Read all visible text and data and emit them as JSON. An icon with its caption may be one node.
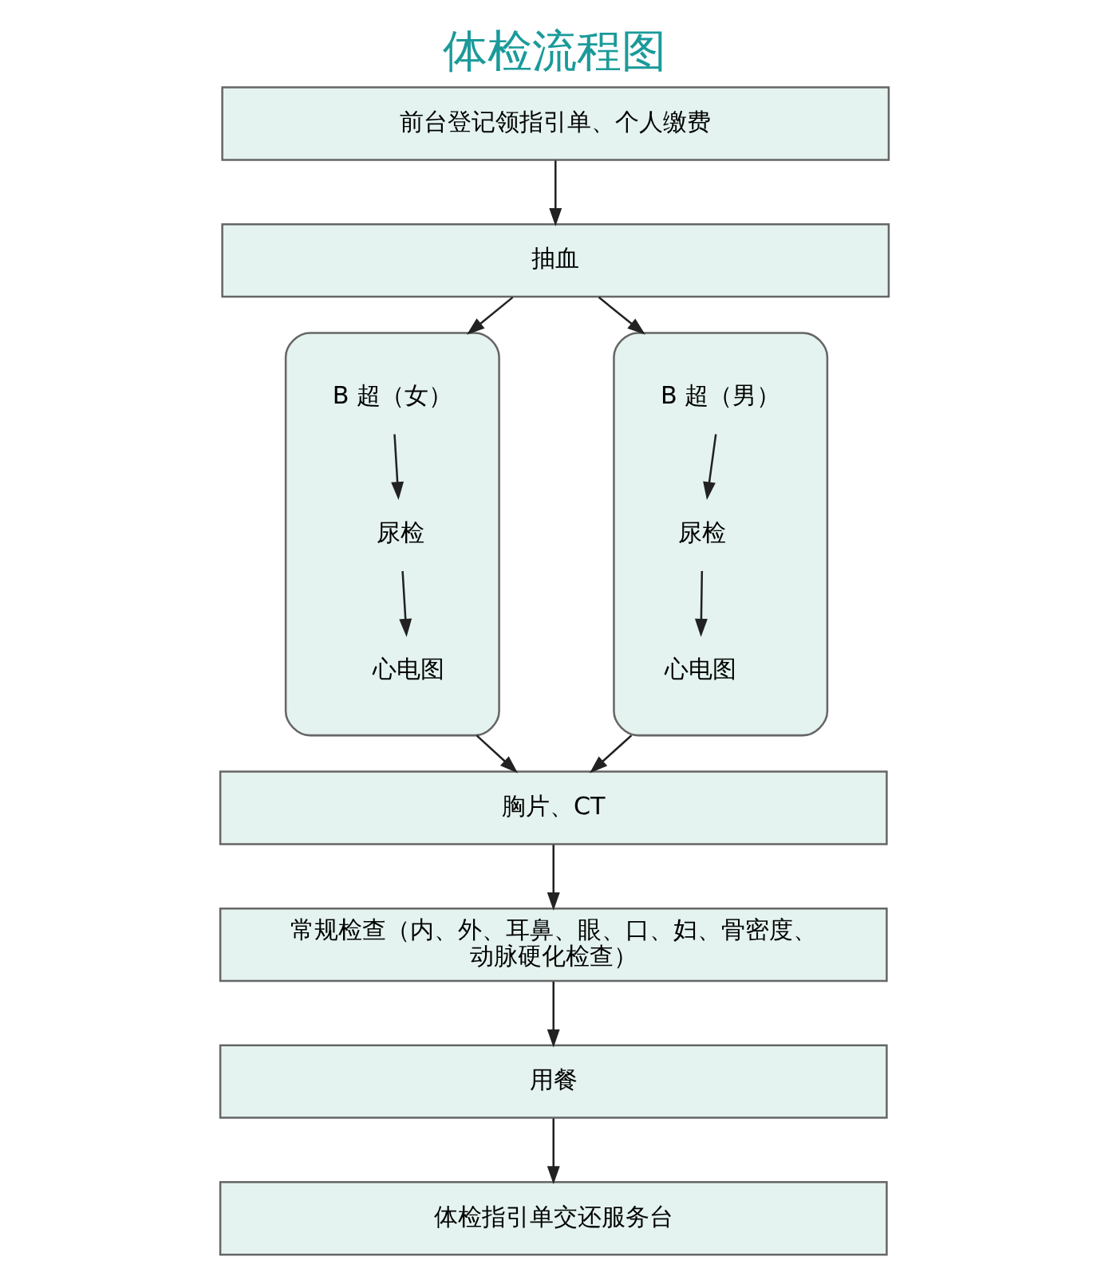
{
  "diagram": {
    "title": "体检流程图",
    "nodes": [
      {
        "text": [
          "前台登记领指引单、个人缴费"
        ]
      },
      {
        "text": [
          "抽血"
        ]
      },
      {
        "text": [],
        "shape": "box"
      },
      {
        "text": [
          "B 超（女）"
        ],
        "in": 2
      },
      {
        "text": [
          "尿检"
        ],
        "in": 2
      },
      {
        "text": [
          "心电图"
        ],
        "in": 2
      },
      {
        "text": [],
        "shape": "box"
      },
      {
        "text": [
          "B 超（男）"
        ],
        "in": 6
      },
      {
        "text": [
          "尿检"
        ],
        "in": 6
      },
      {
        "text": [
          "心电图"
        ],
        "in": 6
      },
      {
        "text": [
          "胸片、CT"
        ]
      },
      {
        "text": [
          "常规检查（内、外、耳鼻、眼、口、妇、骨密度、动脉硬化检查）"
        ]
      },
      {
        "text": [
          "用餐"
        ]
      },
      {
        "text": [
          "体检指引单交还服务台"
        ]
      }
    ],
    "edges": [
      {
        "from": 0,
        "to": 1,
        "arrow": "to"
      },
      {
        "from": 1,
        "to": 2,
        "arrow": "to"
      },
      {
        "from": 1,
        "to": 6,
        "arrow": "to"
      },
      {
        "from": 3,
        "to": 4,
        "arrow": "to"
      },
      {
        "from": 4,
        "to": 5,
        "arrow": "to"
      },
      {
        "from": 7,
        "to": 8,
        "arrow": "to"
      },
      {
        "from": 8,
        "to": 9,
        "arrow": "to"
      },
      {
        "from": 2,
        "to": 10,
        "arrow": "to"
      },
      {
        "from": 6,
        "to": 10,
        "arrow": "to"
      },
      {
        "from": 10,
        "to": 11,
        "arrow": "to"
      },
      {
        "from": 11,
        "to": 12,
        "arrow": "to"
      },
      {
        "from": 12,
        "to": 13,
        "arrow": "to"
      }
    ]
  }
}
